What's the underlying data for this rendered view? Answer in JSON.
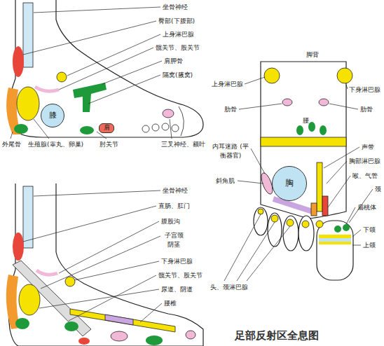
{
  "diagram": {
    "caption": "足部反射区全息图",
    "nodes": [
      {
        "text": [
          "膝"
        ]
      },
      {
        "text": [
          "肩"
        ]
      },
      {
        "text": [
          "胸"
        ]
      }
    ],
    "labels": [
      "坐骨神经",
      "臀部(下腹部)",
      "上身淋巴腺",
      "髋关节、股关节",
      "肩胛骨",
      "隔窝(腋窝)",
      "外尾骨",
      "生殖腺(睾丸、卵巢)",
      "肘关节",
      "三叉神经、额叶",
      "脚背",
      "上身淋巴腺",
      "下身淋巴腺",
      "肋骨",
      "腰",
      "肋骨",
      "内耳迷路 (平衡器官)",
      "斜角肌",
      "声带",
      "胸部淋巴腺",
      "喉、气管",
      "颈",
      "扁桃体",
      "下颌",
      "上颌",
      "头、颈淋巴腺",
      "坐骨神经",
      "直肠、肛门",
      "腹股沟",
      "子宫颈 阴茎",
      "下身淋巴腺",
      "髋关节、股关节",
      "尿道、阴道",
      "腰椎"
    ]
  }
}
